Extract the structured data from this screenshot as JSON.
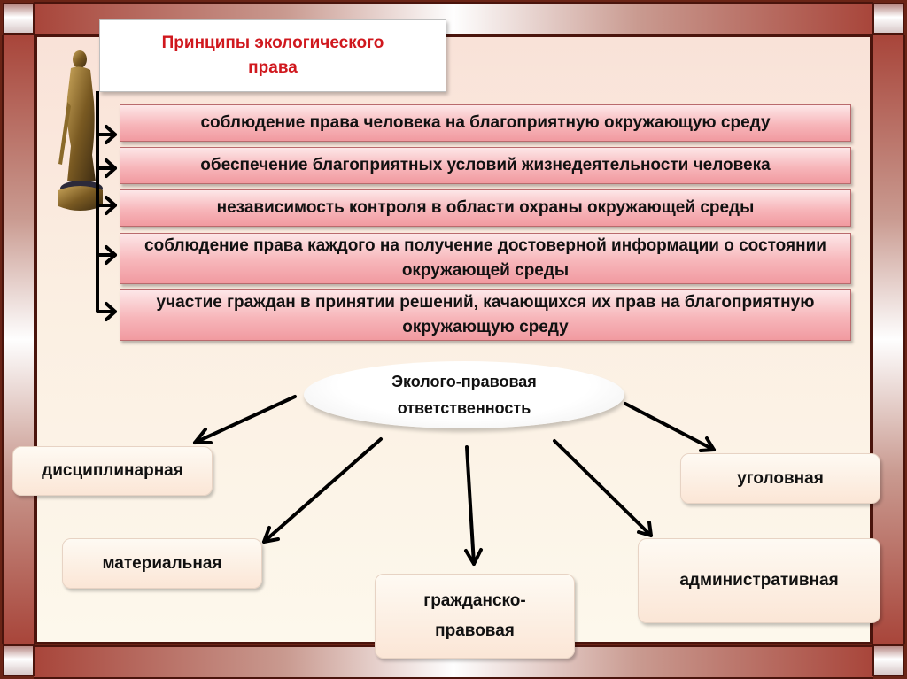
{
  "title": {
    "text": "Принципы экологического права",
    "color": "#d0181e"
  },
  "principles": [
    {
      "label": "соблюдение права человека на благоприятную окружающую среду"
    },
    {
      "label": "обеспечение благоприятных условий жизнедеятельности человека"
    },
    {
      "label": "независимость контроля в области охраны окружающей среды"
    },
    {
      "label": "соблюдение права каждого на получение достоверной информации о состоянии окружающей среды"
    },
    {
      "label": "участие граждан в принятии решений, качающихся их прав на благоприятную окружающую среду"
    }
  ],
  "responsibility": {
    "center": "Эколого-правовая ответственность",
    "types": [
      {
        "label": "дисциплинарная"
      },
      {
        "label": "материальная"
      },
      {
        "label": "гражданско-правовая"
      },
      {
        "label": "уголовная"
      },
      {
        "label": "административная"
      }
    ]
  },
  "decorations": {
    "statue": "themis-statue-icon",
    "frame_color": "#a8453a",
    "principle_box_color": "#f7b6ba"
  }
}
